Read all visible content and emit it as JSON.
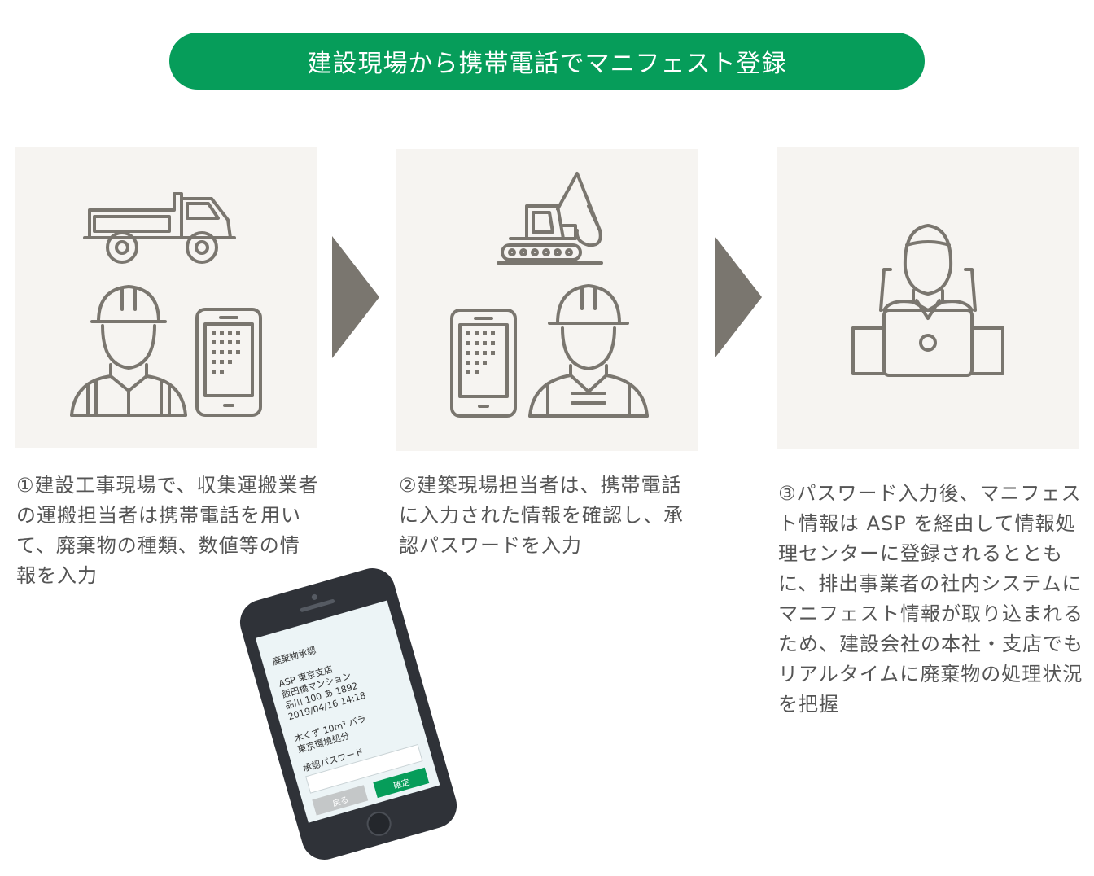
{
  "banner": {
    "title": "建設現場から携帯電話でマニフェスト登録"
  },
  "colors": {
    "brand_green": "#069d5a",
    "icon_gray": "#7a766f",
    "panel_bg": "#f6f4f1",
    "arrow_gray": "#7a766f"
  },
  "steps": [
    {
      "description": "①建設工事現場で、収集運搬業者の運搬担当者は携帯電話を用いて、廃棄物の種類、数値等の情報を入力",
      "icons": [
        "dump-truck-icon",
        "worker-helmet-icon",
        "smartphone-icon"
      ]
    },
    {
      "description": "②建築現場担当者は、携帯電話に入力された情報を確認し、承認パスワードを入力",
      "icons": [
        "excavator-icon",
        "smartphone-icon",
        "worker-helmet-icon"
      ]
    },
    {
      "description": "③パスワード入力後、マニフェスト情報は ASP を経由して情報処理センターに登録されるとともに、排出事業者の社内システムにマニフェスト情報が取り込まれるため、建設会社の本社・支店でもリアルタイムに廃棄物の処理状況を把握",
      "icons": [
        "office-worker-laptop-icon"
      ]
    }
  ],
  "phone": {
    "screen_title": "廃棄物承認",
    "lines": [
      "ASP 東京支店",
      "飯田橋マンション",
      "品川 100 あ 1892",
      "2019/04/16 14:18"
    ],
    "waste_line": "木くず 10m³ バラ",
    "processor": "東京環境処分",
    "password_label": "承認パスワード",
    "back_label": "戻る",
    "confirm_label": "確定"
  }
}
